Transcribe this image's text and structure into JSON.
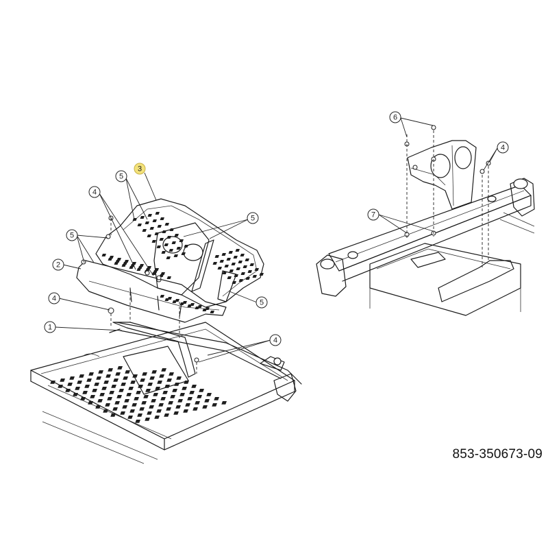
{
  "diagram": {
    "part_number": "853-350673-09",
    "callouts": [
      {
        "id": "c3",
        "label": "3",
        "highlighted": true
      },
      {
        "id": "c5a",
        "label": "5"
      },
      {
        "id": "c4a",
        "label": "4"
      },
      {
        "id": "c5b",
        "label": "5"
      },
      {
        "id": "c5c",
        "label": "5"
      },
      {
        "id": "c2",
        "label": "2"
      },
      {
        "id": "c4b",
        "label": "4"
      },
      {
        "id": "c5d",
        "label": "5"
      },
      {
        "id": "c1",
        "label": "1"
      },
      {
        "id": "c4c",
        "label": "4"
      },
      {
        "id": "c6",
        "label": "6"
      },
      {
        "id": "c4d",
        "label": "4"
      },
      {
        "id": "c7",
        "label": "7"
      }
    ],
    "colors": {
      "line": "#1a1a1a",
      "highlight": "#f3e27a",
      "background": "#ffffff"
    }
  }
}
